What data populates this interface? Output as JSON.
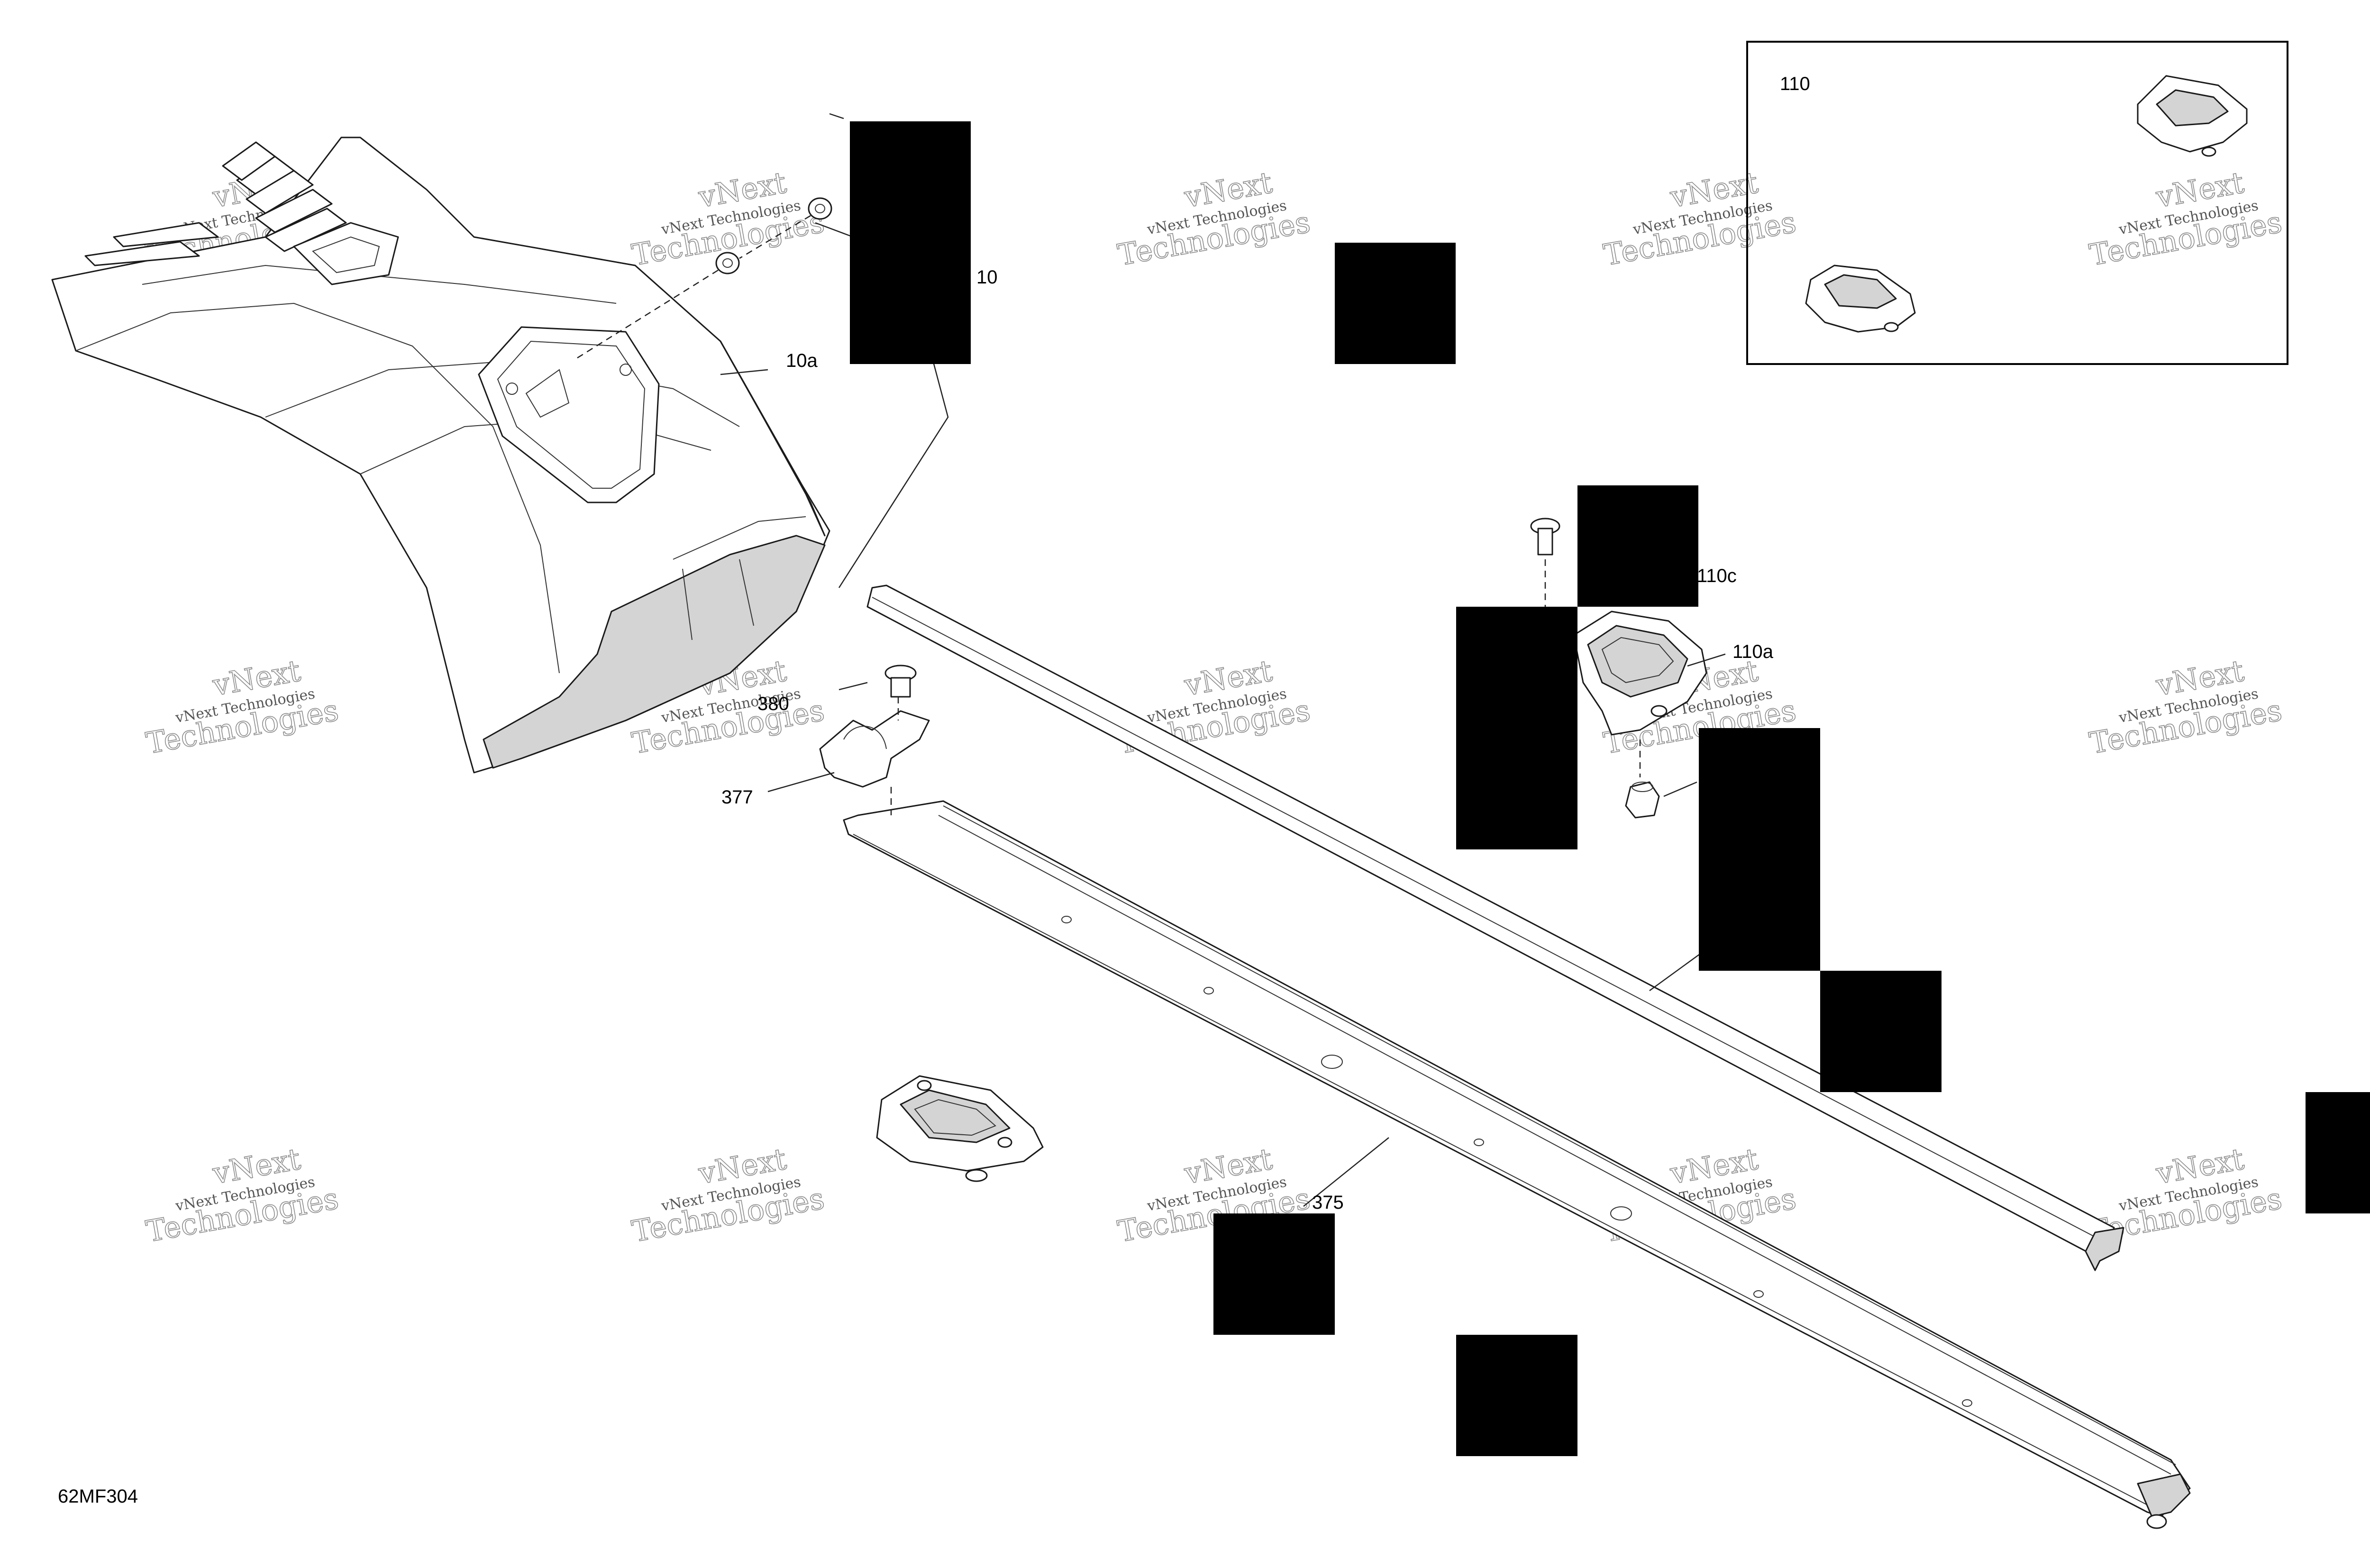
{
  "drawing": {
    "figure_code": "62MF304",
    "callouts": {
      "c10": "10",
      "c10a": "10a",
      "c110": "110",
      "c110a": "110a",
      "c110c": "110c",
      "c375": "375",
      "c377": "377",
      "c380": "380"
    },
    "watermark": {
      "line1": "vNext Technologies",
      "line2": "Technologies",
      "line3": "vNext"
    },
    "redaction_color": "#000000",
    "line_color": "#1a1a1a",
    "shade_color": "#d4d4d4"
  }
}
